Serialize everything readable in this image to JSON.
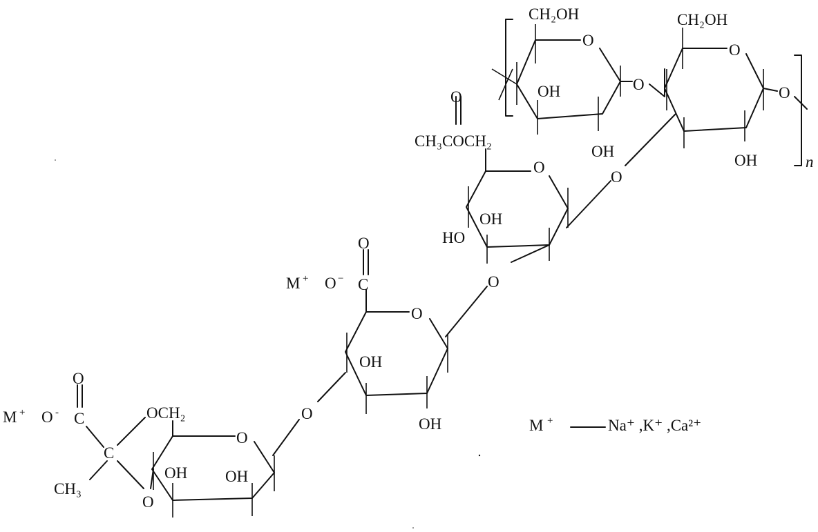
{
  "labels": {
    "top_ch2oh_left": "CH₂OH",
    "top_ch2oh_right": "CH₂OH",
    "top_ring1_o": "O",
    "top_ring2_o": "O",
    "top_link_o": "O",
    "top_end_o": "O",
    "top_oh_1": "OH",
    "top_oh_2": "OH",
    "top_oh_3": "OH",
    "repeat_n": "n",
    "acetyl_carbonyl_o": "O",
    "acetyl_group": "CH₃COCH₂",
    "acetyl_group_o": "O",
    "ring_c_o": "O",
    "ring_c_link_o": "O",
    "ring_c_oh_1": "OH",
    "ring_c_oh_2": "HO",
    "ring_c_to_b_o": "O",
    "uronic_carbonyl_o": "O",
    "uronic_m": "M",
    "uronic_m_charge": "+",
    "uronic_o_minus": "O",
    "uronic_minus": "−",
    "uronic_c": "C",
    "ring_b_o": "O",
    "ring_b_oh_1": "OH",
    "ring_b_oh_2": "OH",
    "ring_b_to_a_o": "O",
    "pyruvate_carbonyl_o": "O",
    "pyruvate_m": "M",
    "pyruvate_m_charge": "+",
    "pyruvate_o_minus": "O",
    "pyruvate_minus": "-",
    "pyruvate_c_top": "C",
    "pyruvate_c_center": "C",
    "pyruvate_ch3": "CH₃",
    "pyruvate_och2": "OCH₂",
    "ring_a_o": "O",
    "ring_a_oh_1": "OH",
    "ring_a_oh_2": "OH",
    "ring_a_bottom_o": "O",
    "legend_m": "M",
    "legend_m_charge": "+",
    "legend_ions": "Na⁺ ,K⁺ ,Ca²⁺"
  }
}
